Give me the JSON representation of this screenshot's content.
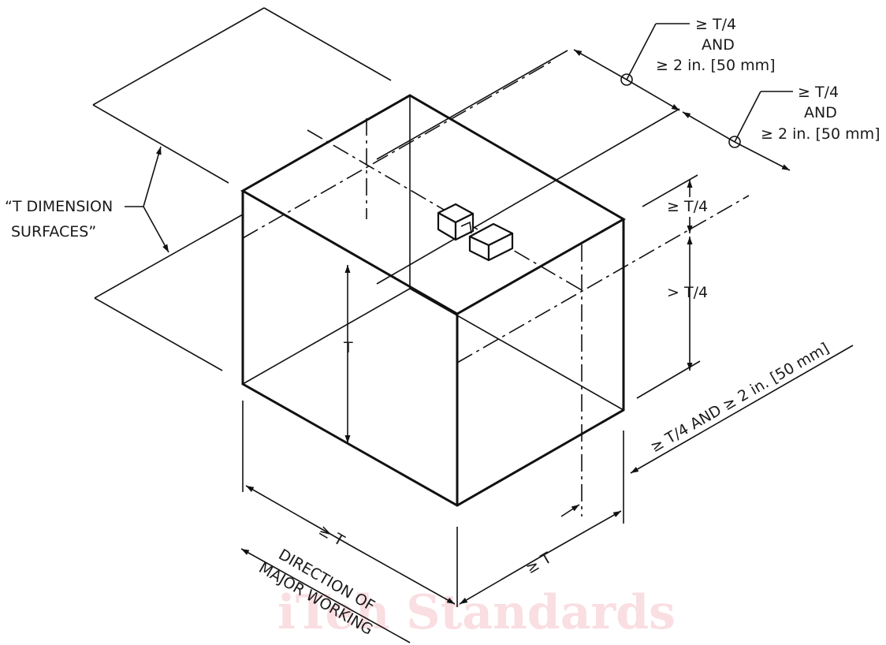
{
  "labels": {
    "t_dimension_line1": "“T DIMENSION",
    "t_dimension_line2": "SURFACES”",
    "callout_top_a1": "≥ T/4",
    "callout_top_a2": "AND",
    "callout_top_a3": "≥ 2 in. [50 mm]",
    "callout_top_b1": "≥ T/4",
    "callout_top_b2": "AND",
    "callout_top_b3": "≥ 2 in. [50 mm]",
    "right_ge_t4": "≥ T/4",
    "right_gt_t4": "> T/4",
    "right_bottom": "≥ T/4 AND ≥ 2 in. [50 mm]",
    "height_t": "T",
    "bottom_left_ge_t": "≥ T",
    "bottom_right_ge_t": "≥ T",
    "direction_line1": "DIRECTION OF",
    "direction_line2": "MAJOR WORKING"
  },
  "watermark": "iTeh Standards",
  "colors": {
    "line": "#111111",
    "watermark": "#f5c8cf"
  }
}
